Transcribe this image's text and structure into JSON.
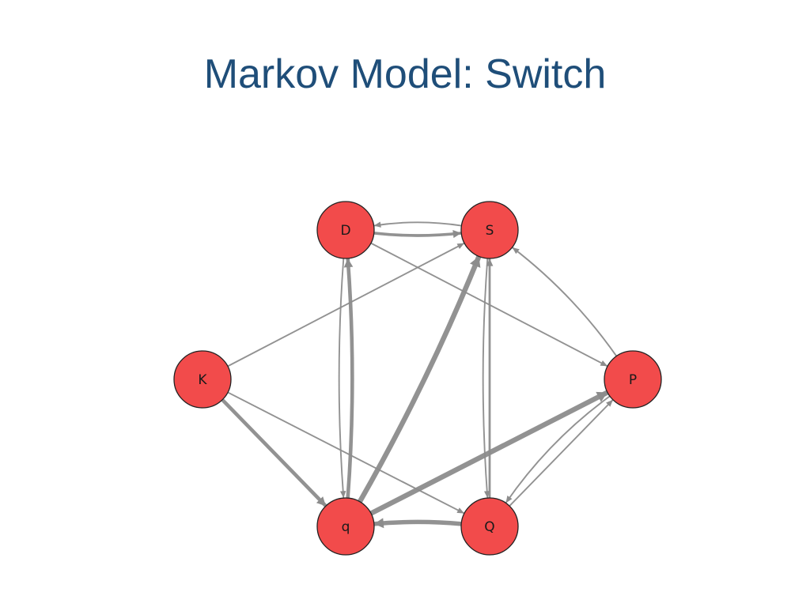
{
  "slide": {
    "title": "Markov Model: Switch"
  },
  "colors": {
    "title": "#1f4e79",
    "node_fill": "#f24b4b",
    "node_stroke": "#222222",
    "edge": "#8c8c8c",
    "background": "#ffffff"
  },
  "graph": {
    "nodes": [
      {
        "id": "D",
        "label": "D"
      },
      {
        "id": "S",
        "label": "S"
      },
      {
        "id": "K",
        "label": "K"
      },
      {
        "id": "P",
        "label": "P"
      },
      {
        "id": "q",
        "label": "q"
      },
      {
        "id": "Q",
        "label": "Q"
      }
    ],
    "edges": [
      {
        "from": "S",
        "to": "D",
        "weight": 1
      },
      {
        "from": "D",
        "to": "S",
        "weight": 3
      },
      {
        "from": "D",
        "to": "P",
        "weight": 1
      },
      {
        "from": "D",
        "to": "q",
        "weight": 1
      },
      {
        "from": "q",
        "to": "D",
        "weight": 4
      },
      {
        "from": "K",
        "to": "S",
        "weight": 1
      },
      {
        "from": "K",
        "to": "q",
        "weight": 4
      },
      {
        "from": "K",
        "to": "Q",
        "weight": 1
      },
      {
        "from": "P",
        "to": "S",
        "weight": 1
      },
      {
        "from": "q",
        "to": "S",
        "weight": 6
      },
      {
        "from": "Q",
        "to": "S",
        "weight": 2
      },
      {
        "from": "S",
        "to": "Q",
        "weight": 1
      },
      {
        "from": "q",
        "to": "P",
        "weight": 6
      },
      {
        "from": "Q",
        "to": "P",
        "weight": 1
      },
      {
        "from": "P",
        "to": "Q",
        "weight": 1
      },
      {
        "from": "Q",
        "to": "q",
        "weight": 5
      }
    ]
  }
}
